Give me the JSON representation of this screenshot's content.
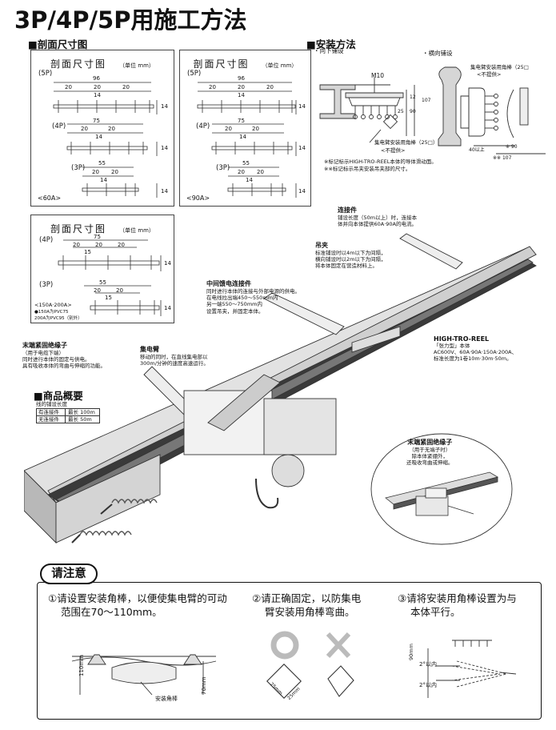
{
  "title": "3P/4P/5P用施工方法",
  "sections": {
    "section_dimensions": "■剖面尺寸图",
    "section_install": "■安装方法",
    "section_overview": "■商品概要"
  },
  "dim_box": {
    "title": "剖面尺寸图",
    "unit": "（单位 mm）"
  },
  "box_60a": {
    "p5": "(5P)",
    "p4": "(4P)",
    "p3": "(3P)",
    "w5": "96",
    "w4": "75",
    "w3": "55",
    "pitch": "20",
    "inner": "14",
    "height": "14",
    "footer": "<60A>"
  },
  "box_90a": {
    "p5": "(5P)",
    "p4": "(4P)",
    "p3": "(3P)",
    "w5": "96",
    "w4": "75",
    "w3": "55",
    "pitch": "20",
    "inner": "14",
    "height": "14",
    "footer": "<90A>"
  },
  "box_150a": {
    "p4": "(4P)",
    "p3": "(3P)",
    "w4": "75",
    "w3": "55",
    "pitch": "20",
    "inner": "15",
    "height": "14",
    "footer1": "<150A·200A>",
    "footer2": "●150A为PVC75",
    "footer3": "200A为PVC95（别外）"
  },
  "install": {
    "down": "・向下铺设",
    "side": "・横向铺设",
    "m10": "M10",
    "d12": "12",
    "d107": "107",
    "d25": "25",
    "d90": "90",
    "angle_down": "集电臂安装用角棒（25□）",
    "not_supplied": "<不提供>",
    "angle_side": "集电臂安装用角棒（25□",
    "not_supplied_side": "<不提供>",
    "s40": "40以上",
    "s90": "※ 90",
    "s107": "※※ 107",
    "note1": "※标记标示HIGH-TRO-REEL本体的导体滑动面。",
    "note2": "※※标记标示吊夹安装吊夹部的尺寸。"
  },
  "callouts": {
    "joint_title": "连接件",
    "joint_text1": "铺设长度（50m以上）时，连接本",
    "joint_text2": "体并向本体提供60A·90A的电流。",
    "hanger_title": "吊夹",
    "hanger_text1": "标准铺设时以4m以下为间隔，",
    "hanger_text2": "横向铺设时以2m以下为间隔，",
    "hanger_text3": "将本体固定在营造材料上。",
    "feeder_title": "中间馈电连接件",
    "feeder_text1": "同时进行本体的连接与外部电源的供电。",
    "feeder_text2": "在电线拉出端450～550mm内",
    "feeder_text3": "另一端550～750mm内",
    "feeder_text4": "设置吊夹，并固定本体。",
    "end_title": "末端紧固绝缘子",
    "end_text1": "（用于电缆下端）",
    "end_text2": "同时进行本体的固定与供电。",
    "end_text3": "具有吸收本体的弯曲与伸缩的功能。",
    "arm_title": "集电臂",
    "arm_text1": "移动的同时，在直线集电部以",
    "arm_text2": "300m/分钟的速度高速运行。",
    "reel_title": "HIGH-TRO-REEL",
    "reel_text1": "「张力型」本体",
    "reel_text2": "AC600V、60A·90A·150A·200A、",
    "reel_text3": "标准长度为1卷10m·30m·50m。",
    "end2_title": "末端紧固绝缘子",
    "end2_text1": "（用于无端子时）",
    "end2_text2": "除本体紧绷外，",
    "end2_text3": "还吸收弯曲或伸缩。"
  },
  "overview": {
    "heading": "线的铺设长度",
    "row1_label": "有连接件",
    "row1_value": "最长 100m",
    "row2_label": "无连接件",
    "row2_value": "最长 50m"
  },
  "caution": {
    "title": "请注意",
    "step1_line1": "①请设置安装角棒，以便使集电臂的可动",
    "step1_line2": "范围在70～110mm。",
    "step1_left": "110mm",
    "step1_right": "70mm",
    "step1_caption": "安装角棒",
    "step2_line1": "②请正确固定，以防集电",
    "step2_line2": "臂安装用角棒弯曲。",
    "step2_dim1": "25mm",
    "step2_dim2": "25mm",
    "step3_line1": "③请将安装用角棒设置为与",
    "step3_line2": "本体平行。",
    "step3_dim": "90mm",
    "step3_a1": "2°以内",
    "step3_a2": "2°以内"
  },
  "colors": {
    "line": "#333333",
    "shade": "#c8c8c8",
    "dark": "#555555"
  }
}
